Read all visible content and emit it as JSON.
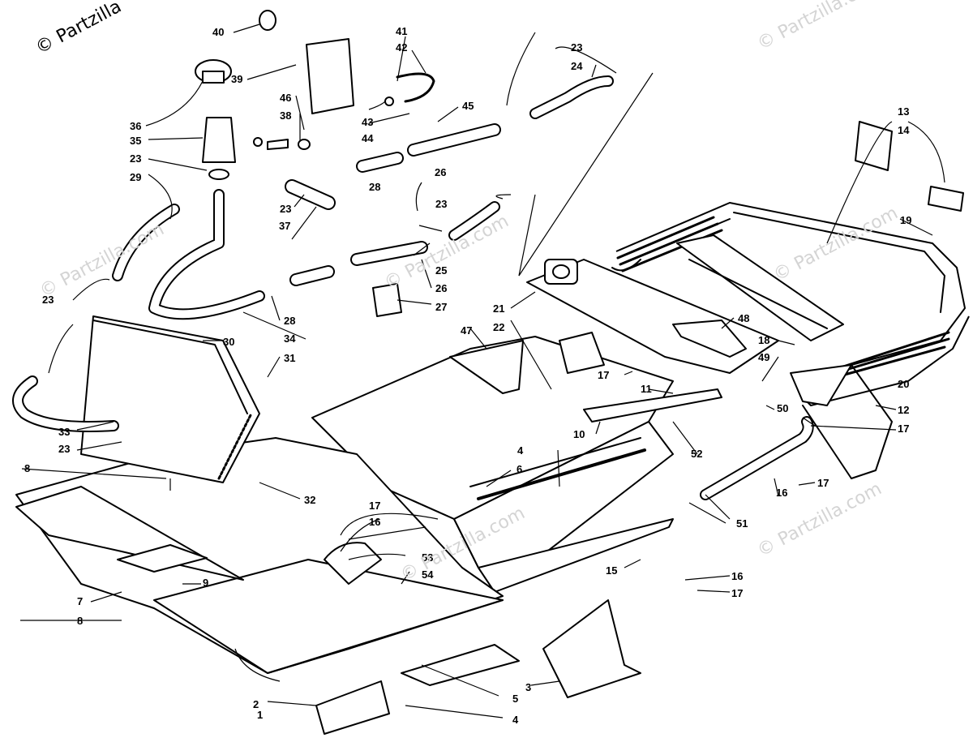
{
  "watermarks": {
    "corner": "© Partzilla",
    "text": "© Partzilla.com"
  },
  "colors": {
    "ink": "#000000",
    "paper": "#ffffff",
    "watermark": "#d4d4d4"
  },
  "callouts": [
    {
      "id": "1",
      "label": "1"
    },
    {
      "id": "2",
      "label": "2"
    },
    {
      "id": "3",
      "label": "3"
    },
    {
      "id": "4a",
      "label": "4"
    },
    {
      "id": "4b",
      "label": "4"
    },
    {
      "id": "5",
      "label": "5"
    },
    {
      "id": "6",
      "label": "6"
    },
    {
      "id": "7",
      "label": "7"
    },
    {
      "id": "8a",
      "label": "8"
    },
    {
      "id": "8b",
      "label": "8"
    },
    {
      "id": "9",
      "label": "9"
    },
    {
      "id": "10",
      "label": "10"
    },
    {
      "id": "11",
      "label": "11"
    },
    {
      "id": "12",
      "label": "12"
    },
    {
      "id": "13",
      "label": "13"
    },
    {
      "id": "14",
      "label": "14"
    },
    {
      "id": "15",
      "label": "15"
    },
    {
      "id": "16a",
      "label": "16"
    },
    {
      "id": "16b",
      "label": "16"
    },
    {
      "id": "16c",
      "label": "16"
    },
    {
      "id": "17a",
      "label": "17"
    },
    {
      "id": "17b",
      "label": "17"
    },
    {
      "id": "17c",
      "label": "17"
    },
    {
      "id": "17d",
      "label": "17"
    },
    {
      "id": "17e",
      "label": "17"
    },
    {
      "id": "18",
      "label": "18"
    },
    {
      "id": "19",
      "label": "19"
    },
    {
      "id": "20",
      "label": "20"
    },
    {
      "id": "21",
      "label": "21"
    },
    {
      "id": "22",
      "label": "22"
    },
    {
      "id": "23a",
      "label": "23"
    },
    {
      "id": "23b",
      "label": "23"
    },
    {
      "id": "23c",
      "label": "23"
    },
    {
      "id": "23d",
      "label": "23"
    },
    {
      "id": "23e",
      "label": "23"
    },
    {
      "id": "23f",
      "label": "23"
    },
    {
      "id": "24",
      "label": "24"
    },
    {
      "id": "25",
      "label": "25"
    },
    {
      "id": "26a",
      "label": "26"
    },
    {
      "id": "26b",
      "label": "26"
    },
    {
      "id": "27",
      "label": "27"
    },
    {
      "id": "28a",
      "label": "28"
    },
    {
      "id": "28b",
      "label": "28"
    },
    {
      "id": "29",
      "label": "29"
    },
    {
      "id": "30",
      "label": "30"
    },
    {
      "id": "31",
      "label": "31"
    },
    {
      "id": "32",
      "label": "32"
    },
    {
      "id": "33",
      "label": "33"
    },
    {
      "id": "34",
      "label": "34"
    },
    {
      "id": "35",
      "label": "35"
    },
    {
      "id": "36",
      "label": "36"
    },
    {
      "id": "37",
      "label": "37"
    },
    {
      "id": "38",
      "label": "38"
    },
    {
      "id": "39",
      "label": "39"
    },
    {
      "id": "40",
      "label": "40"
    },
    {
      "id": "41",
      "label": "41"
    },
    {
      "id": "42",
      "label": "42"
    },
    {
      "id": "43",
      "label": "43"
    },
    {
      "id": "44",
      "label": "44"
    },
    {
      "id": "45",
      "label": "45"
    },
    {
      "id": "46",
      "label": "46"
    },
    {
      "id": "47",
      "label": "47"
    },
    {
      "id": "48",
      "label": "48"
    },
    {
      "id": "49",
      "label": "49"
    },
    {
      "id": "50",
      "label": "50"
    },
    {
      "id": "51",
      "label": "51"
    },
    {
      "id": "52",
      "label": "52"
    },
    {
      "id": "53",
      "label": "53"
    },
    {
      "id": "54",
      "label": "54"
    }
  ]
}
